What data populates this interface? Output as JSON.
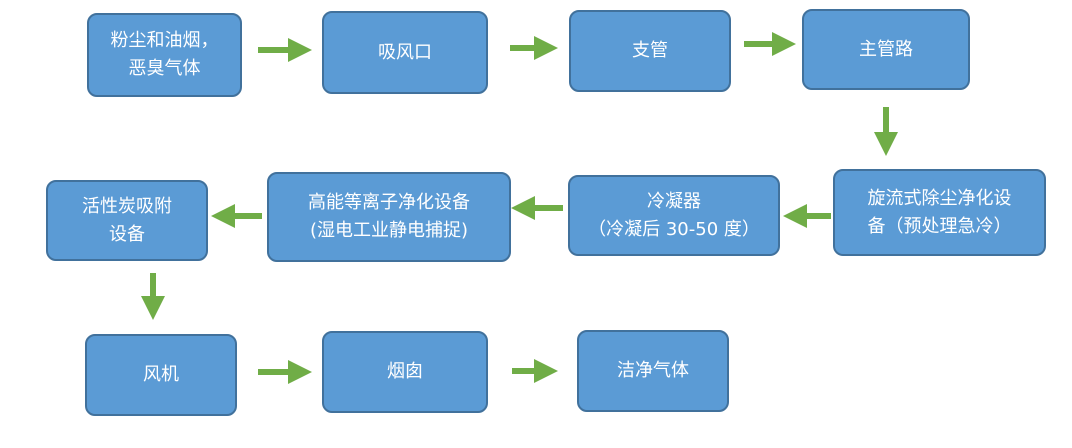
{
  "nodes": {
    "source": {
      "lines": [
        "粉尘和油烟，",
        "恶臭气体"
      ]
    },
    "intake": {
      "lines": [
        "吸风口"
      ]
    },
    "branch": {
      "lines": [
        "支管"
      ]
    },
    "main_pipe": {
      "lines": [
        "主管路"
      ]
    },
    "cyclone": {
      "lines": [
        "旋流式除尘净化设",
        "备（预处理急冷）"
      ]
    },
    "condenser": {
      "lines": [
        "冷凝器",
        "（冷凝后 30-50 度）"
      ]
    },
    "plasma": {
      "lines": [
        "高能等离子净化设备",
        "(湿电工业静电捕捉)"
      ]
    },
    "carbon": {
      "lines": [
        "活性炭吸附",
        "设备"
      ]
    },
    "fan": {
      "lines": [
        "风机"
      ]
    },
    "chimney": {
      "lines": [
        "烟囱"
      ]
    },
    "clean": {
      "lines": [
        "洁净气体"
      ]
    }
  },
  "colors": {
    "box_fill": "#5b9bd5",
    "box_border": "#41719c",
    "arrow": "#70ad47",
    "text": "#ffffff"
  }
}
